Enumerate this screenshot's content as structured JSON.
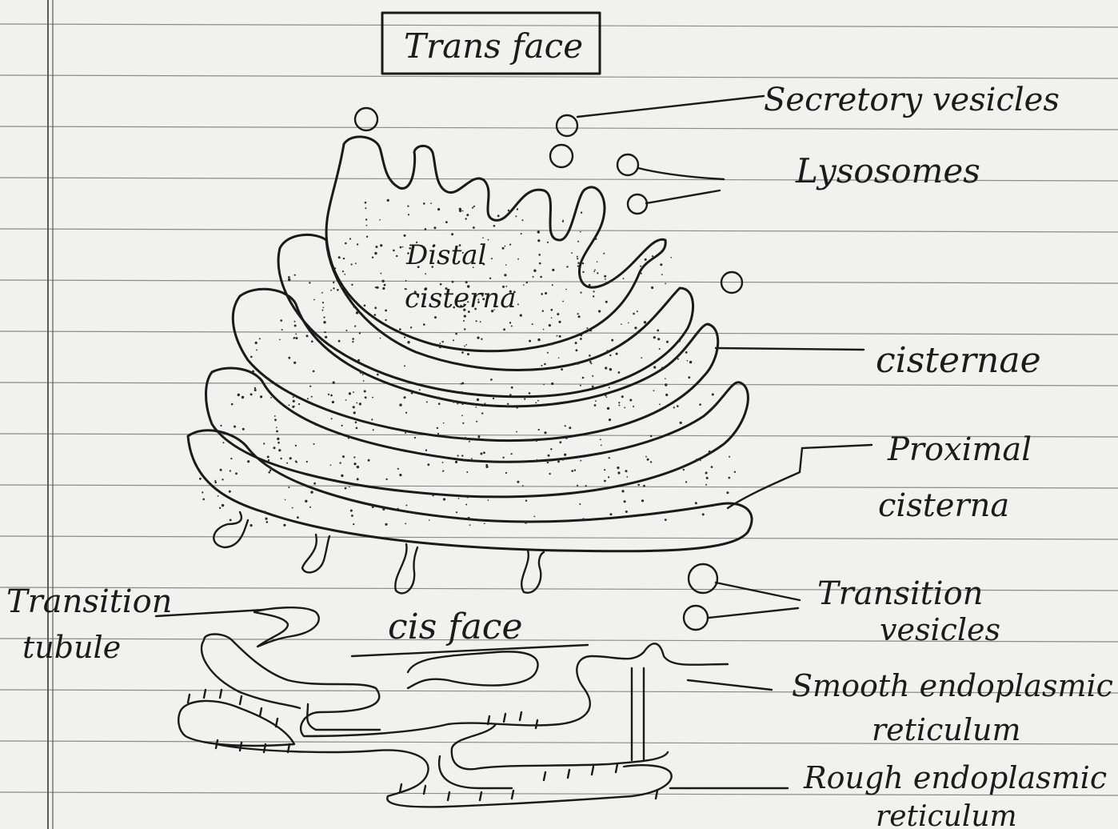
{
  "title": "Trans face",
  "labels": {
    "secretory_vesicles": "Secretory vesicles",
    "lysosomes": "Lysosomes",
    "distal_cisterna_line1": "Distal",
    "distal_cisterna_line2": "cisterna",
    "cisternae": "cisternae",
    "proximal_cisterna_line1": "Proximal",
    "proximal_cisterna_line2": "cisterna",
    "transition_vesicles_line1": "Transition",
    "transition_vesicles_line2": "vesicles",
    "transition_tubule_line1": "Transition",
    "transition_tubule_line2": "tubule",
    "cis_face": "cis face",
    "smooth_er_line1": "Smooth endoplasmic",
    "smooth_er_line2": "reticulum",
    "rough_er_line1": "Rough endoplasmic",
    "rough_er_line2": "reticulum"
  },
  "colors": {
    "paper": "#f1f1ef",
    "ink": "#1a1a1a",
    "rule": "#8a8a8a",
    "margin": "#5a5a5a"
  }
}
